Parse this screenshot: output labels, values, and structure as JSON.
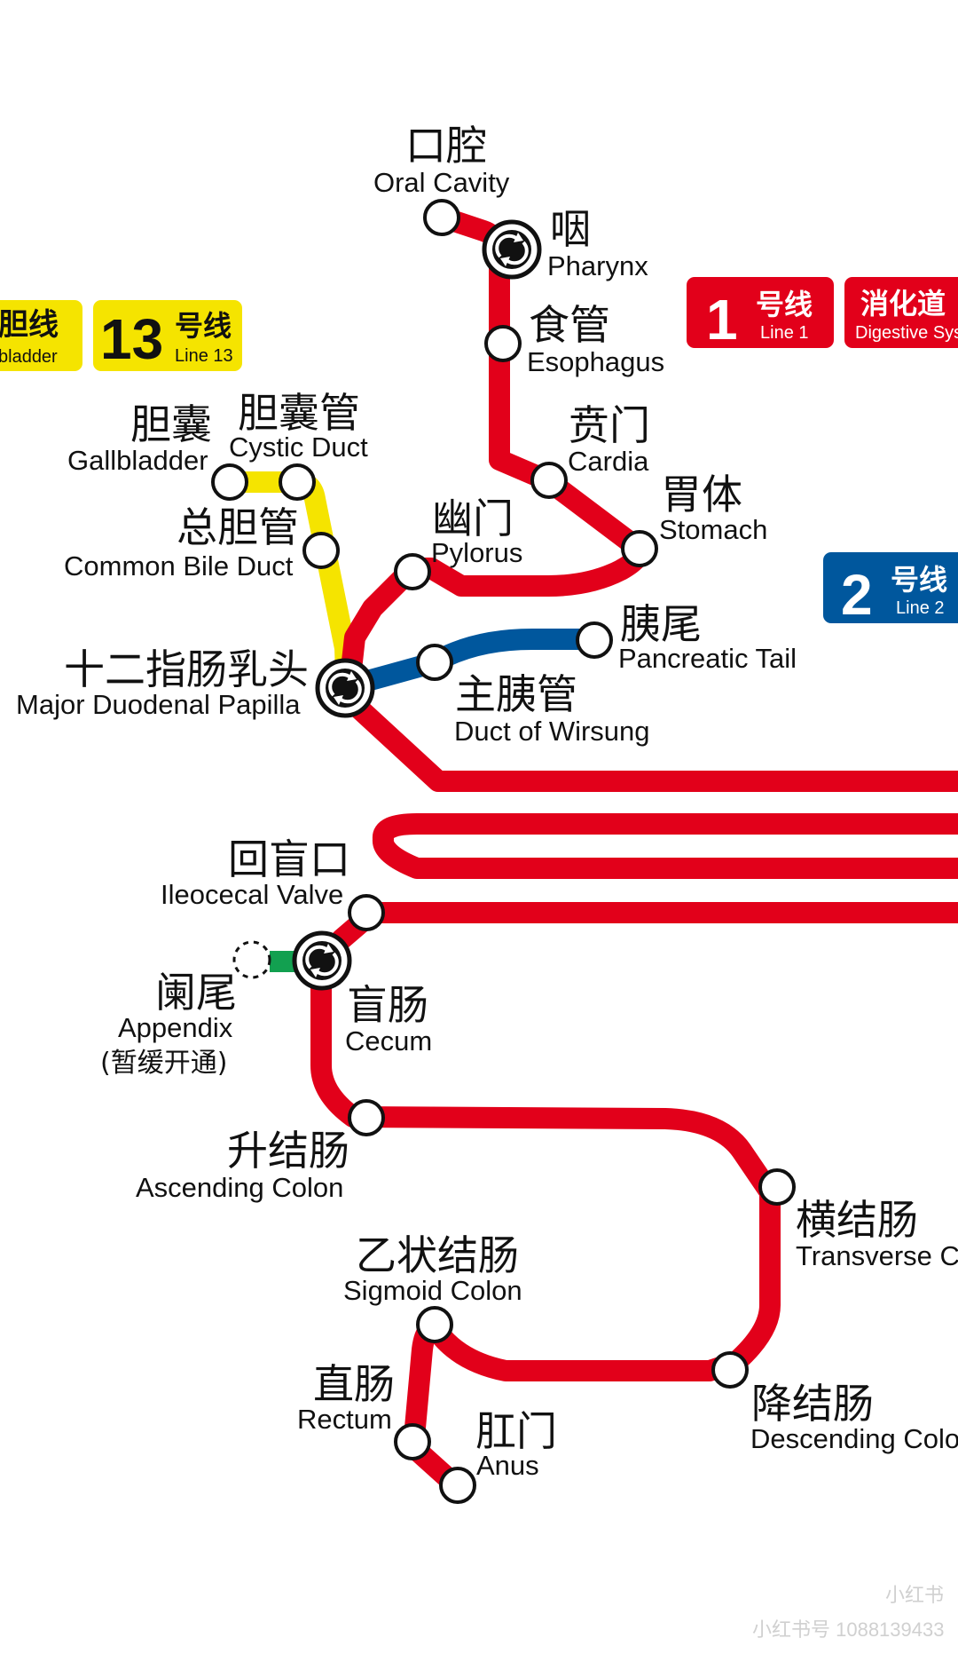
{
  "colors": {
    "line1": "#e2001a",
    "line2": "#00579d",
    "line13": "#f5e400",
    "appendix_branch": "#12a050",
    "text": "#111111"
  },
  "badges": [
    {
      "id": "line12-partial",
      "zh": "胆线",
      "en": "bladder"
    },
    {
      "id": "line13",
      "num": "13",
      "zh": "号线",
      "en": "Line 13"
    },
    {
      "id": "line1",
      "num": "1",
      "zh": "号线",
      "en": "Line 1"
    },
    {
      "id": "line1-name",
      "zh": "消化道",
      "en": "Digestive Sys"
    },
    {
      "id": "line2",
      "num": "2",
      "zh": "号线",
      "en": "Line 2"
    }
  ],
  "stations": [
    {
      "id": "oral-cavity",
      "zh": "口腔",
      "en": "Oral Cavity",
      "type": "regular"
    },
    {
      "id": "pharynx",
      "zh": "咽",
      "en": "Pharynx",
      "type": "interchange"
    },
    {
      "id": "esophagus",
      "zh": "食管",
      "en": "Esophagus",
      "type": "regular"
    },
    {
      "id": "cardia",
      "zh": "贲门",
      "en": "Cardia",
      "type": "regular"
    },
    {
      "id": "stomach",
      "zh": "胃体",
      "en": "Stomach",
      "type": "regular"
    },
    {
      "id": "pylorus",
      "zh": "幽门",
      "en": "Pylorus",
      "type": "regular"
    },
    {
      "id": "gallbladder",
      "zh": "胆囊",
      "en": "Gallbladder",
      "type": "regular"
    },
    {
      "id": "cystic-duct",
      "zh": "胆囊管",
      "en": "Cystic Duct",
      "type": "regular"
    },
    {
      "id": "common-bile-duct",
      "zh": "总胆管",
      "en": "Common Bile Duct",
      "type": "regular"
    },
    {
      "id": "major-duodenal-papilla",
      "zh": "十二指肠乳头",
      "en": "Major Duodenal Papilla",
      "type": "interchange"
    },
    {
      "id": "pancreatic-tail",
      "zh": "胰尾",
      "en": "Pancreatic Tail",
      "type": "regular"
    },
    {
      "id": "duct-of-wirsung",
      "zh": "主胰管",
      "en": "Duct of Wirsung",
      "type": "regular"
    },
    {
      "id": "ileocecal-valve",
      "zh": "回盲口",
      "en": "Ileocecal Valve",
      "type": "regular"
    },
    {
      "id": "appendix",
      "zh": "阑尾",
      "en": "Appendix",
      "note": "(暂缓开通)",
      "type": "planned"
    },
    {
      "id": "cecum",
      "zh": "盲肠",
      "en": "Cecum",
      "type": "interchange"
    },
    {
      "id": "ascending-colon",
      "zh": "升结肠",
      "en": "Ascending Colon",
      "type": "regular"
    },
    {
      "id": "transverse-colon",
      "zh": "横结肠",
      "en": "Transverse C",
      "type": "regular"
    },
    {
      "id": "sigmoid-colon",
      "zh": "乙状结肠",
      "en": "Sigmoid Colon",
      "type": "regular"
    },
    {
      "id": "descending-colon",
      "zh": "降结肠",
      "en": "Descending Colo",
      "type": "regular"
    },
    {
      "id": "rectum",
      "zh": "直肠",
      "en": "Rectum",
      "type": "regular"
    },
    {
      "id": "anus",
      "zh": "肛门",
      "en": "Anus",
      "type": "regular"
    }
  ],
  "watermark": {
    "logo": "小红书",
    "text": "小红书号 1088139433"
  }
}
